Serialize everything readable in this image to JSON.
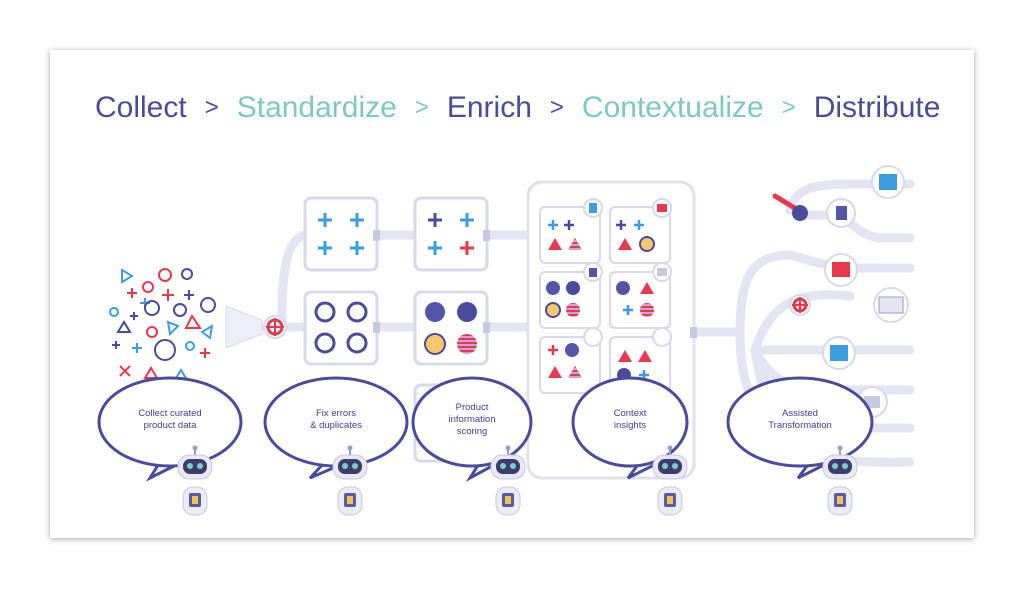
{
  "title_steps": [
    {
      "label": "Collect",
      "color": "#4a4a9e"
    },
    {
      "label": "Standardize",
      "color": "#7cc8c3"
    },
    {
      "label": "Enrich",
      "color": "#4a4a9e"
    },
    {
      "label": "Contextualize",
      "color": "#7cc8c3"
    },
    {
      "label": "Distribute",
      "color": "#4a4a9e"
    }
  ],
  "separator": ">",
  "bubbles": [
    {
      "line1": "Collect curated",
      "line2": "product data",
      "line3": ""
    },
    {
      "line1": "Fix errors",
      "line2": "& duplicates",
      "line3": ""
    },
    {
      "line1": "Product",
      "line2": "information",
      "line3": "scoring"
    },
    {
      "line1": "Context",
      "line2": "insights",
      "line3": ""
    },
    {
      "line1": "Assisted",
      "line2": "Transformation",
      "line3": ""
    }
  ],
  "colors": {
    "navy": "#4a4a9e",
    "teal": "#7cc8c3",
    "blue_plus": "#3a9de0",
    "red": "#e8384f",
    "yellow": "#f5c96b",
    "pipe": "#e4e4f2",
    "frame": "#d9d9ec"
  },
  "icons": [
    "robot-icon",
    "funnel-icon",
    "valve-icon",
    "lever-icon",
    "document-icon",
    "bag-icon",
    "store-icon",
    "magazine-icon"
  ]
}
